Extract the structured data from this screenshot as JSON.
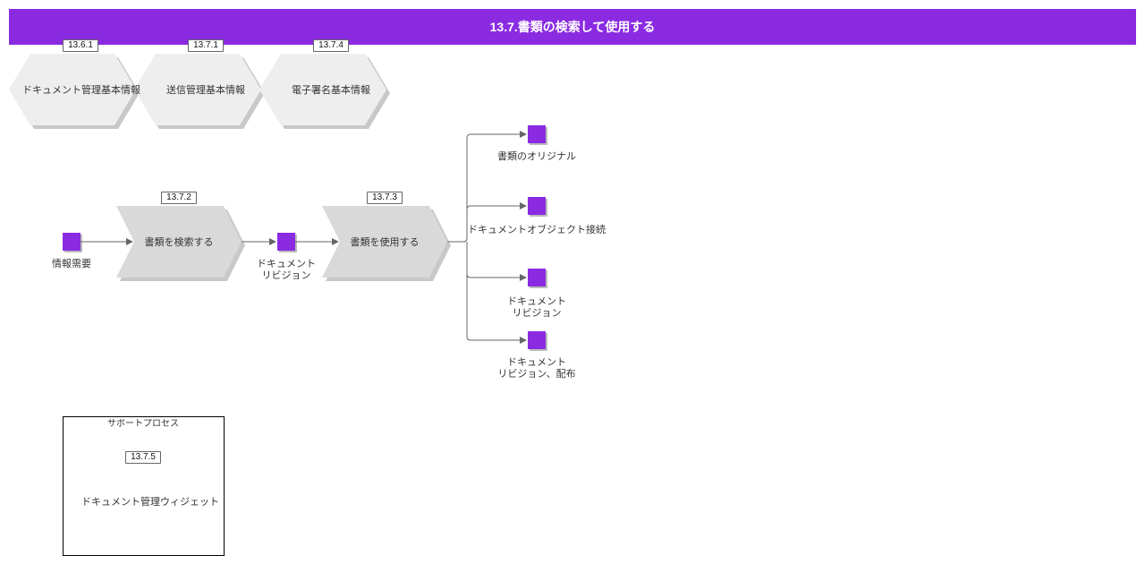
{
  "header": {
    "title": "13.7.書類の検索して使用する"
  },
  "colors": {
    "accent": "#8a2be2",
    "event": "#8a2be2",
    "process": "#d9d9d9",
    "hexagon": "#eeeeee",
    "arrow": "#666666"
  },
  "interfaces": [
    {
      "id": "13.6.1",
      "label": "ドキュメント管理基本情報"
    },
    {
      "id": "13.7.1",
      "label": "送信管理基本情報"
    },
    {
      "id": "13.7.4",
      "label": "電子署名基本情報"
    }
  ],
  "processes": [
    {
      "id": "13.7.2",
      "label": "書類を検索する"
    },
    {
      "id": "13.7.3",
      "label": "書類を使用する"
    }
  ],
  "events": [
    {
      "label": "情報需要"
    },
    {
      "label": "ドキュメント\nリビジョン"
    },
    {
      "label": "書類のオリジナル"
    },
    {
      "label": "ドキュメントオブジェクト接続"
    },
    {
      "label": "ドキュメント\nリビジョン"
    },
    {
      "label": "ドキュメント\nリビジョン、配布"
    }
  ],
  "support": {
    "title": "サポートプロセス",
    "process": {
      "id": "13.7.5",
      "label": "ドキュメント管理ウィジェット"
    }
  }
}
